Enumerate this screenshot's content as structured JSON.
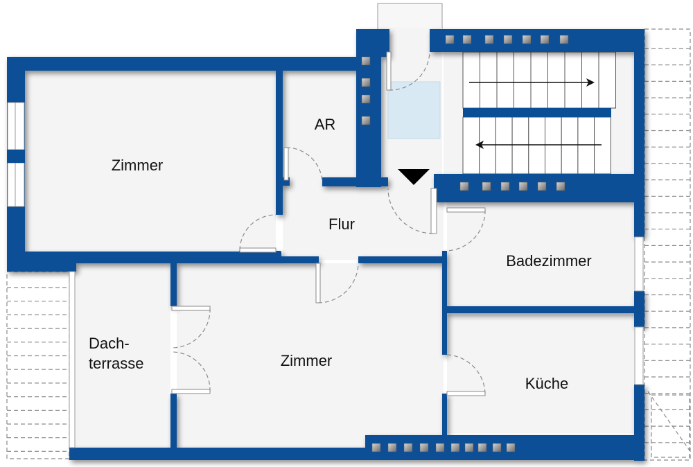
{
  "plan": {
    "title": "Floor plan",
    "colors": {
      "wall": "#0a4f96",
      "floor": "#f4f4f4",
      "elevator": "#d8e9f3",
      "entrance_marker": "#000000"
    },
    "rooms": [
      {
        "id": "zimmer-1",
        "label": "Zimmer"
      },
      {
        "id": "ar",
        "label": "AR"
      },
      {
        "id": "flur",
        "label": "Flur"
      },
      {
        "id": "badezimmer",
        "label": "Badezimmer"
      },
      {
        "id": "zimmer-2",
        "label": "Zimmer"
      },
      {
        "id": "dachterrasse",
        "label_line1": "Dach-",
        "label_line2": "terrasse"
      },
      {
        "id": "kueche",
        "label": "Küche"
      }
    ],
    "staircase": {
      "upper_flight_steps": 9,
      "lower_flight_steps": 9,
      "upper_direction": "right",
      "lower_direction": "left"
    },
    "features": {
      "entrance_marker": "entrance-triangle",
      "elevator": "elevator-shaft",
      "top_vents": 7,
      "landing_vents": 6,
      "left_vents": 4,
      "bottom_vents": 10
    }
  }
}
